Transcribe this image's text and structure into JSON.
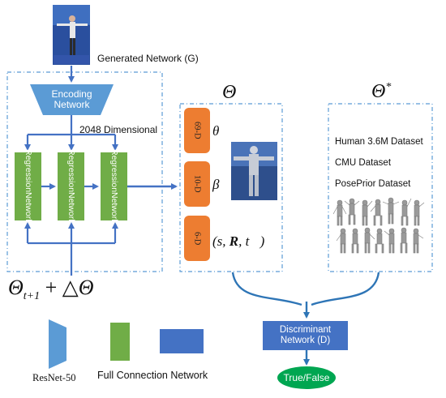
{
  "generator": {
    "label": "Generated Network (G)",
    "encoder_label_line1": "Encoding",
    "encoder_label_line2": "Network",
    "feature_dim_label": "2048 Dimensional",
    "regressor_line1": "Regression",
    "regressor_line2": "Network",
    "update_label": "Θ_{t+1} + △Θ"
  },
  "theta_panel": {
    "title": "Θ",
    "params": [
      {
        "dim": "69-D",
        "symbol": "θ⃗"
      },
      {
        "dim": "10-D",
        "symbol": "β⃗"
      },
      {
        "dim": "6-D",
        "symbol": "(s, R, t⃗)"
      }
    ]
  },
  "theta_star_panel": {
    "title": "Θ*",
    "datasets": [
      "Human 3.6M Dataset",
      "CMU Dataset",
      "PosePrior Dataset"
    ]
  },
  "discriminator": {
    "line1": "Discriminant",
    "line2": "Network (D)",
    "output": "True/False"
  },
  "legend": {
    "resnet": "ResNet-50",
    "fc": "Full Connection Network"
  },
  "colors": {
    "blue": "#4472c4",
    "light_blue": "#5b9bd5",
    "green": "#70ad47",
    "orange": "#ed7d31",
    "output_green": "#00a651"
  }
}
